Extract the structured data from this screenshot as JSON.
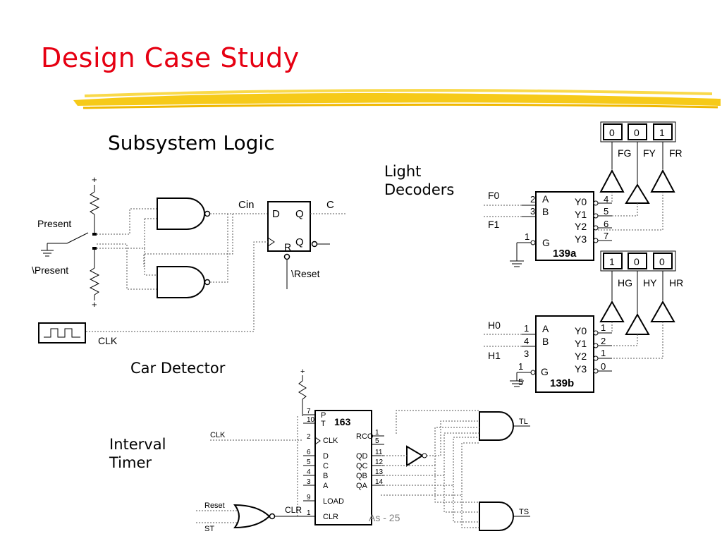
{
  "title": "Design Case Study",
  "headings": {
    "subsystem": "Subsystem Logic",
    "car_detector": "Car Detector",
    "light_decoders": [
      "Light",
      "Decoders"
    ],
    "interval_timer": [
      "Interval",
      "Timer"
    ]
  },
  "car_detector": {
    "present": "Present",
    "not_present": "\\Present",
    "plus": "+",
    "clk": "CLK",
    "cin": "Cin",
    "c": "C",
    "ff_d": "D",
    "ff_q": "Q",
    "ff_qn": "Q",
    "ff_r": "R",
    "reset": "\\Reset"
  },
  "farm_decoder": {
    "chip": "139a",
    "inputs": [
      "F0",
      "F1"
    ],
    "pins_in": [
      "2",
      "3",
      "1"
    ],
    "pin_names_in": [
      "A",
      "B",
      "G"
    ],
    "outputs": [
      "Y0",
      "Y1",
      "Y2",
      "Y3"
    ],
    "pins_out": [
      "4",
      "5",
      "6",
      "7"
    ],
    "lights": [
      "FG",
      "FY",
      "FR"
    ],
    "bits": [
      "0",
      "0",
      "1"
    ]
  },
  "highway_decoder": {
    "chip": "139b",
    "inputs": [
      "H0",
      "H1"
    ],
    "pins_in": [
      "1",
      "4",
      "3",
      "1",
      "5"
    ],
    "pin_names_in": [
      "A",
      "B",
      "G"
    ],
    "outputs": [
      "Y0",
      "Y1",
      "Y2",
      "Y3"
    ],
    "pins_out": [
      "1",
      "2",
      "1",
      "0"
    ],
    "lights": [
      "HG",
      "HY",
      "HR"
    ],
    "bits": [
      "1",
      "0",
      "0"
    ]
  },
  "timer": {
    "chip": "163",
    "plus": "+",
    "left_pins": [
      {
        "num": "7",
        "name": "P"
      },
      {
        "num": "10",
        "name": "T"
      },
      {
        "num": "2",
        "name": "CLK"
      },
      {
        "num": "6",
        "name": "D"
      },
      {
        "num": "5",
        "name": "C"
      },
      {
        "num": "4",
        "name": "B"
      },
      {
        "num": "3",
        "name": "A"
      },
      {
        "num": "9",
        "name": "LOAD"
      },
      {
        "num": "1",
        "name": "CLR"
      }
    ],
    "right_pins": [
      {
        "num": "1",
        "name": "RCO"
      },
      {
        "num": "5",
        "name": ""
      },
      {
        "num": "11",
        "name": "QD"
      },
      {
        "num": "12",
        "name": "QC"
      },
      {
        "num": "13",
        "name": "QB"
      },
      {
        "num": "14",
        "name": "QA"
      }
    ],
    "clk": "CLK",
    "reset": "Reset",
    "st": "ST",
    "clr": "CLR",
    "tl": "TL",
    "ts": "TS"
  },
  "footer": "As - 25"
}
